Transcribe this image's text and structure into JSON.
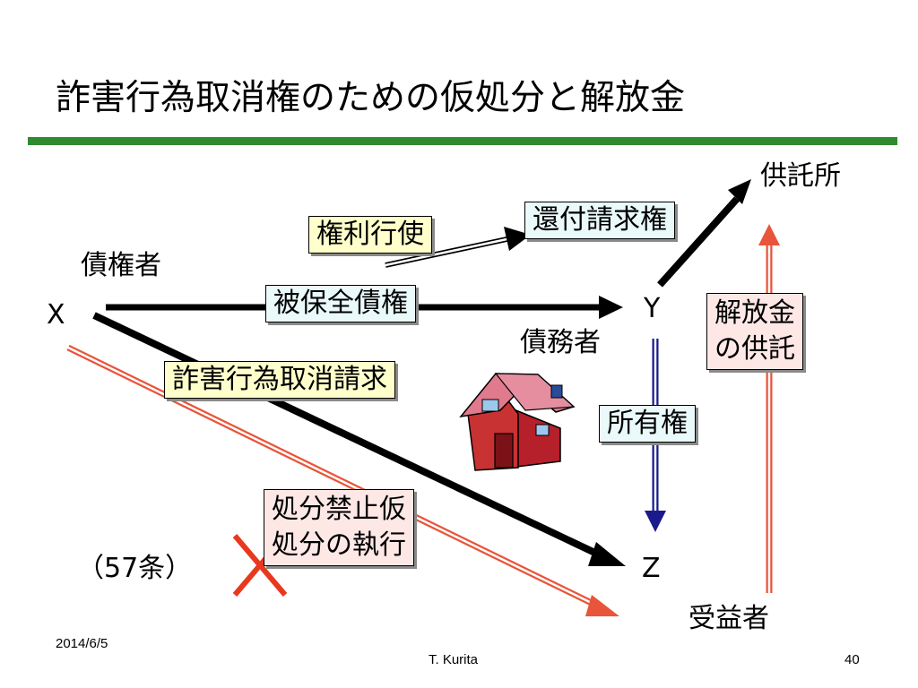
{
  "slide": {
    "title": "詐害行為取消権のための仮処分と解放金",
    "colors": {
      "rule": "#2e8b2e",
      "arrow_dark": "#000000",
      "arrow_orange": "#e8553a",
      "arrow_blue": "#1a1a8c",
      "cross": "#e8391e"
    }
  },
  "labels": {
    "creditor": "債権者",
    "x": "X",
    "y": "Y",
    "debtor": "債務者",
    "z": "Z",
    "beneficiary": "受益者",
    "depository": "供託所",
    "article": "（57条）"
  },
  "boxes": {
    "exercise": "権利行使",
    "refund_claim": "還付請求権",
    "preserved_claim": "被保全債権",
    "fraud_claim": "詐害行為取消請求",
    "ownership": "所有権",
    "release_deposit_1": "解放金",
    "release_deposit_2": "の供託",
    "injunction_1": "処分禁止仮",
    "injunction_2": "処分の執行"
  },
  "footer": {
    "date": "2014/6/5",
    "author": "T. Kurita",
    "page": "40"
  }
}
